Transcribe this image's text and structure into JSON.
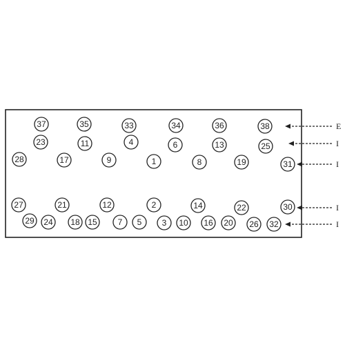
{
  "diagram": {
    "bolts": [
      {
        "id": "37"
      },
      {
        "id": "35"
      },
      {
        "id": "33"
      },
      {
        "id": "34"
      },
      {
        "id": "36"
      },
      {
        "id": "38"
      },
      {
        "id": "23"
      },
      {
        "id": "11"
      },
      {
        "id": "4"
      },
      {
        "id": "6"
      },
      {
        "id": "13"
      },
      {
        "id": "25"
      },
      {
        "id": "28"
      },
      {
        "id": "17"
      },
      {
        "id": "9"
      },
      {
        "id": "1"
      },
      {
        "id": "8"
      },
      {
        "id": "19"
      },
      {
        "id": "31"
      },
      {
        "id": "27"
      },
      {
        "id": "21"
      },
      {
        "id": "12"
      },
      {
        "id": "2"
      },
      {
        "id": "14"
      },
      {
        "id": "22"
      },
      {
        "id": "30"
      },
      {
        "id": "29"
      },
      {
        "id": "24"
      },
      {
        "id": "18"
      },
      {
        "id": "15"
      },
      {
        "id": "7"
      },
      {
        "id": "5"
      },
      {
        "id": "3"
      },
      {
        "id": "10"
      },
      {
        "id": "16"
      },
      {
        "id": "20"
      },
      {
        "id": "26"
      },
      {
        "id": "32"
      }
    ],
    "callouts": [
      {
        "label": "E"
      },
      {
        "label": "I"
      },
      {
        "label": "I"
      },
      {
        "label": "I"
      },
      {
        "label": "I"
      }
    ]
  }
}
